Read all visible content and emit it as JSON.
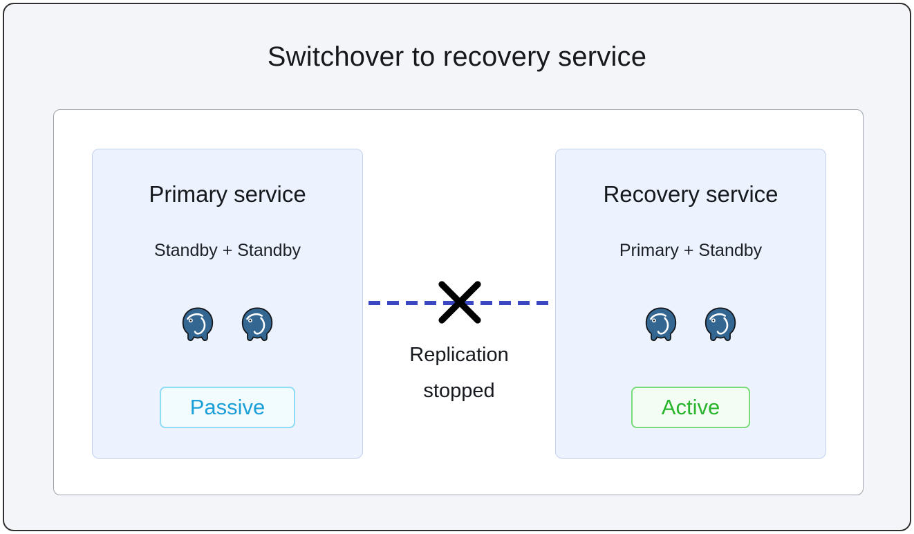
{
  "title": "Switchover to recovery service",
  "services": [
    {
      "name": "Primary service",
      "topology": "Standby + Standby",
      "status": "Passive",
      "status_text_color": "#1b9fd8",
      "status_border_color": "#8edcf5",
      "status_bg_color": "#f2fbfe"
    },
    {
      "name": "Recovery service",
      "topology": "Primary + Standby",
      "status": "Active",
      "status_text_color": "#28b42c",
      "status_border_color": "#79dc79",
      "status_bg_color": "#f3fdf3"
    }
  ],
  "connector": {
    "label": "Replication stopped"
  },
  "icons": {
    "database": "postgresql-elephant-icon",
    "stopped": "replication-stopped-x-icon"
  },
  "colors": {
    "outer_bg": "#f4f5f8",
    "outer_border": "#2f2f2f",
    "panel_bg": "#ffffff",
    "panel_border": "#9ba2ab",
    "card_bg": "#edf3fe",
    "card_border": "#c3d1f0",
    "postgres_blue": "#336791",
    "connector_line": "#3a46c2",
    "x_color": "#000000",
    "text_dark": "#15181d"
  }
}
